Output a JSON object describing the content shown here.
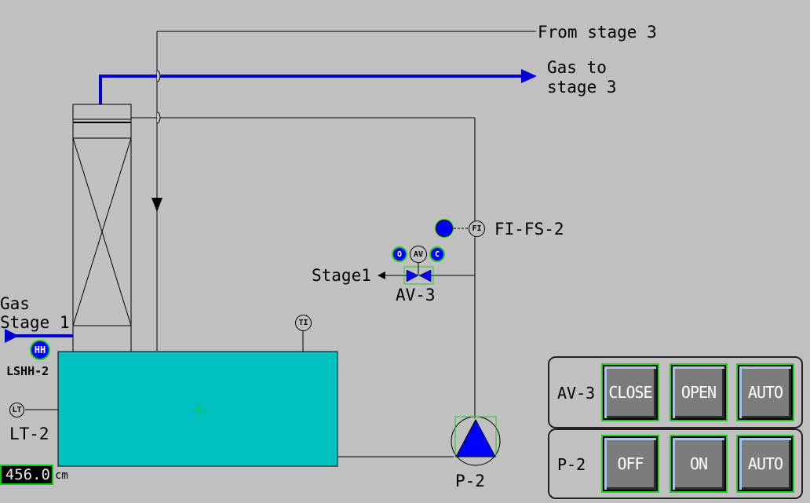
{
  "labels": {
    "from_stage3": "From stage 3",
    "gas_to_line1": "Gas to",
    "gas_to_line2": "stage 3",
    "fi_tag": "FI-FS-2",
    "stage1_out": "Stage1",
    "av3_tag": "AV-3",
    "gas_line1": "Gas",
    "gas_line2": "Stage 1",
    "lshh_tag": "LSHH-2",
    "lt_tag": "LT-2",
    "pump_tag": "P-2"
  },
  "instruments": {
    "ti": "TI",
    "fi": "FI",
    "lt": "LT",
    "hh": "HH",
    "av": "AV",
    "o": "O",
    "c": "C"
  },
  "level": {
    "value": "456.0",
    "unit": "cm"
  },
  "controls": {
    "av3": {
      "label": "AV-3",
      "buttons": [
        "CLOSE",
        "OPEN",
        "AUTO"
      ]
    },
    "p2": {
      "label": "P-2",
      "buttons": [
        "OFF",
        "ON",
        "AUTO"
      ]
    }
  },
  "colors": {
    "background": "#c0c0c0",
    "tank": "#00c0c0",
    "gas_line": "#0000cc",
    "indicator": "#0000ff",
    "button_face": "#7c7c7c",
    "highlight": "#22cc22"
  }
}
